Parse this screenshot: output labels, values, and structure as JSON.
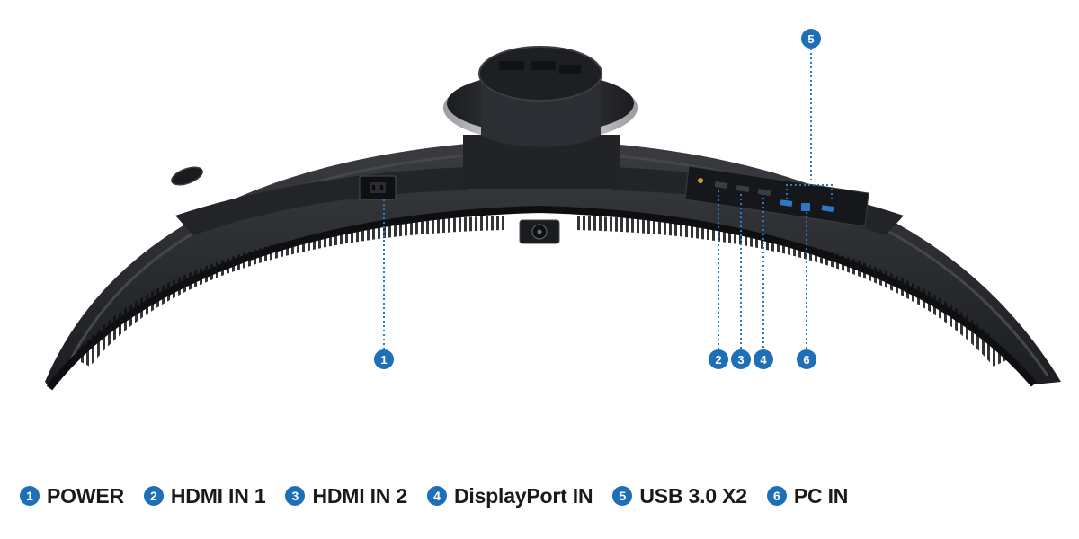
{
  "colors": {
    "accent": "#1e6fb8",
    "monitor_body": "#2b2d31",
    "monitor_dark": "#1a1b1e",
    "label_text": "#1a1a1a"
  },
  "callouts": [
    {
      "number": "1",
      "port": "POWER"
    },
    {
      "number": "2",
      "port": "HDMI IN 1"
    },
    {
      "number": "3",
      "port": "HDMI IN 2"
    },
    {
      "number": "4",
      "port": "DisplayPort IN"
    },
    {
      "number": "5",
      "port": "USB 3.0 X2"
    },
    {
      "number": "6",
      "port": "PC IN"
    }
  ],
  "legend": [
    {
      "number": "1",
      "label": "POWER"
    },
    {
      "number": "2",
      "label": "HDMI IN 1"
    },
    {
      "number": "3",
      "label": "HDMI IN 2"
    },
    {
      "number": "4",
      "label": "DisplayPort IN"
    },
    {
      "number": "5",
      "label": "USB 3.0 X2"
    },
    {
      "number": "6",
      "label": "PC IN"
    }
  ],
  "icons": {
    "joystick": "joystick-icon",
    "power_socket": "power-socket-icon"
  }
}
